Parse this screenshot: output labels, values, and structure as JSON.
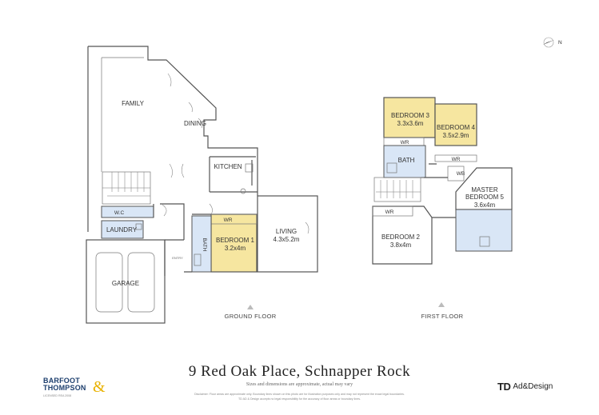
{
  "rooms": {
    "family": "FAMILY",
    "dining": "DINING",
    "kitchen": "KITCHEN",
    "living": "LIVING",
    "living_dim": "4.3x5.2m",
    "bedroom1": "BEDROOM 1",
    "bedroom1_dim": "3.2x4m",
    "wr_ground": "WR",
    "bath_ground": "BATH",
    "wc": "W.C",
    "laundry": "LAUNDRY",
    "garage": "GARAGE",
    "entry": "ENTRY",
    "bedroom3": "BEDROOM 3",
    "bedroom3_dim": "3.3x3.6m",
    "bedroom4": "BEDROOM 4",
    "bedroom4_dim": "3.5x2.9m",
    "wr_b3": "WR",
    "wr_b4": "WR",
    "bath_first": "BATH",
    "wb": "WB",
    "master_a": "MASTER",
    "master_b": "BEDROOM 5",
    "master_dim": "3.6x4m",
    "bedroom2": "BEDROOM 2",
    "bedroom2_dim": "3.8x4m",
    "wr_b2": "WR"
  },
  "floors": {
    "ground": "GROUND FLOOR",
    "first": "FIRST FLOOR"
  },
  "compass": {
    "label": "N"
  },
  "title": {
    "address": "9 Red Oak Place, Schnapper Rock",
    "subtitle": "Sizes and dimensions are approximate, actual may vary",
    "disclaimer1": "Disclaimer: Floor areas are approximate only. Boundary lines shown on this photo are for illustration purposes only and may not represent the exact legal boundaries.",
    "disclaimer2": "TD AD & Design accepts no legal responsibility for the accuracy of floor areas or boundary lines."
  },
  "branding": {
    "agency_line1": "BARFOOT",
    "agency_line2": "THOMPSON",
    "agency_amp": "&",
    "agency_tag": "LICENSED REA 2008",
    "designer_mark": "TD",
    "designer_text": "Ad&Design"
  },
  "colors": {
    "bedroom_fill": "#f6e6a0",
    "wet_fill": "#d9e6f6",
    "wall": "#555555",
    "brand_navy": "#1d3f6e",
    "brand_gold": "#e9b200"
  }
}
